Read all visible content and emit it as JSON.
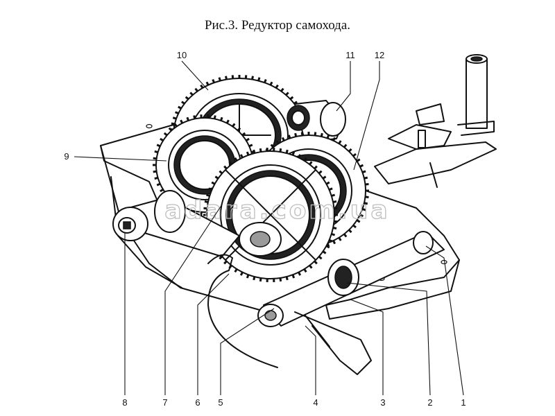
{
  "figure": {
    "caption": "Рис.3. Редуктор самохода.",
    "watermark": "adara.com.ua",
    "callouts": [
      "1",
      "2",
      "3",
      "4",
      "5",
      "6",
      "7",
      "8",
      "9",
      "10",
      "11",
      "12"
    ]
  }
}
